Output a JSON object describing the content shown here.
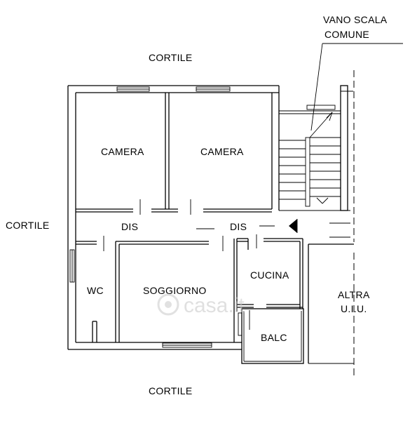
{
  "labels": {
    "stair_title_line1": "VANO SCALA",
    "stair_title_line2": "COMUNE",
    "courtyard_top": "CORTILE",
    "courtyard_left": "CORTILE",
    "courtyard_bottom": "CORTILE",
    "room_camera_left": "CAMERA",
    "room_camera_right": "CAMERA",
    "hall_left": "DIS",
    "hall_right": "DIS",
    "room_wc": "WC",
    "room_soggiorno": "SOGGIORNO",
    "room_cucina": "CUCINA",
    "room_balc": "BALC",
    "other_unit_line1": "ALTRA",
    "other_unit_line2": "U.I.U."
  },
  "watermark": {
    "text": "casa.it"
  }
}
